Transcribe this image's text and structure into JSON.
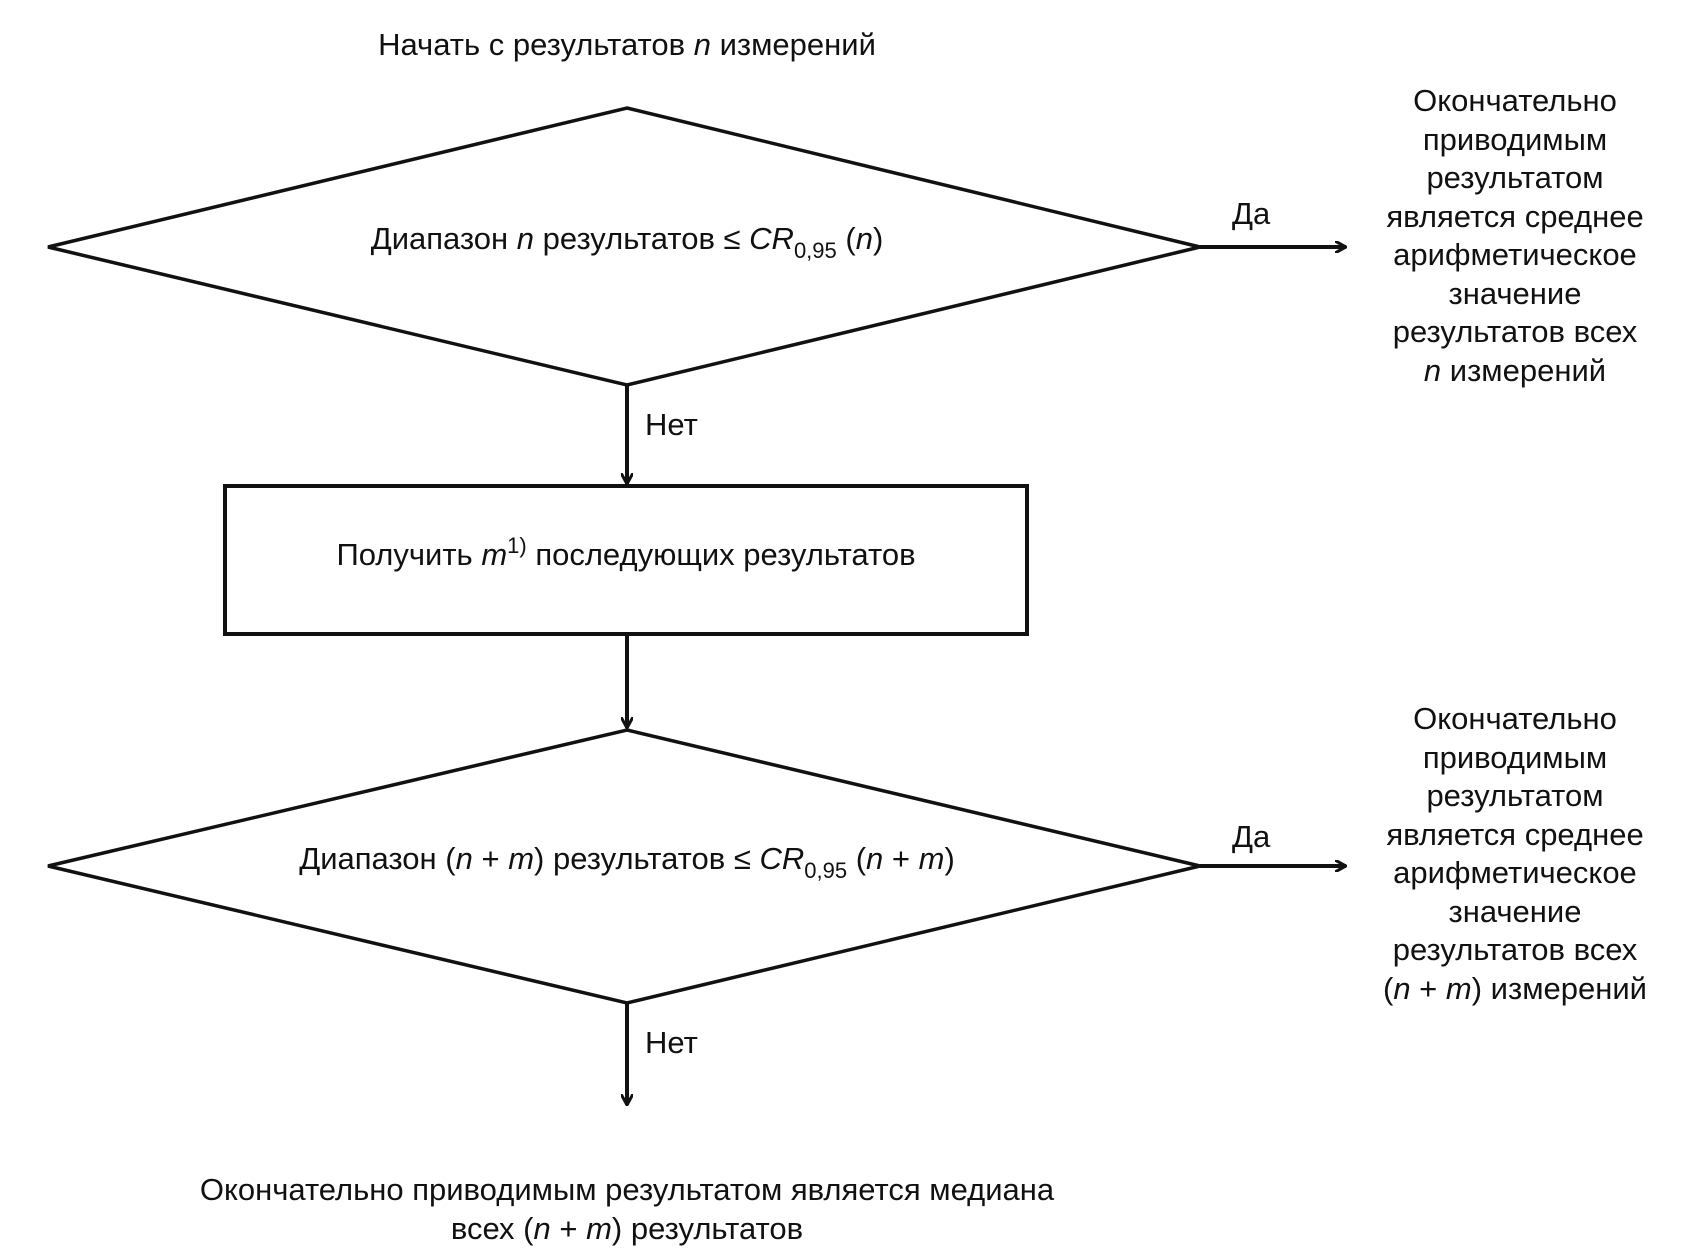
{
  "start": {
    "pre": "Начать с результатов ",
    "var": "n",
    "post": " измерений"
  },
  "decision1": {
    "pre": "Диапазон ",
    "var": "n",
    "mid": " результатов ≤ ",
    "cr": "CR",
    "cr_sub": "0,95",
    "arg_open": " (",
    "arg_var": "n",
    "arg_close": ")"
  },
  "yes_label": "Да",
  "no_label": "Нет",
  "process": {
    "pre": "Получить ",
    "var": "m",
    "sup": "1)",
    "post": " последующих результатов"
  },
  "decision2": {
    "pre": "Диапазон (",
    "n": "n",
    "plus": " + ",
    "m": "m",
    "mid": ") результатов ≤ ",
    "cr": "CR",
    "cr_sub": "0,95",
    "arg_open": " (",
    "arg_n": "n",
    "arg_plus": " + ",
    "arg_m": "m",
    "arg_close": ")"
  },
  "result1": {
    "lines": [
      "Окончательно",
      "приводимым",
      "результатом",
      "является среднее",
      "арифметическое",
      "значение",
      "результатов всех"
    ],
    "last_var": "n",
    "last_post": " измерений"
  },
  "result2": {
    "lines": [
      "Окончательно",
      "приводимым",
      "результатом",
      "является среднее",
      "арифметическое",
      "значение",
      "результатов всех"
    ],
    "last_pre": "(",
    "last_n": "n",
    "last_plus": " + ",
    "last_m": "m",
    "last_post": ") измерений"
  },
  "final": {
    "line1": "Окончательно приводимым результатом является медиана",
    "pre": "всех (",
    "n": "n",
    "plus": " + ",
    "m": "m",
    "post": ") результатов"
  },
  "colors": {
    "stroke": "#111111",
    "background": "#ffffff"
  }
}
